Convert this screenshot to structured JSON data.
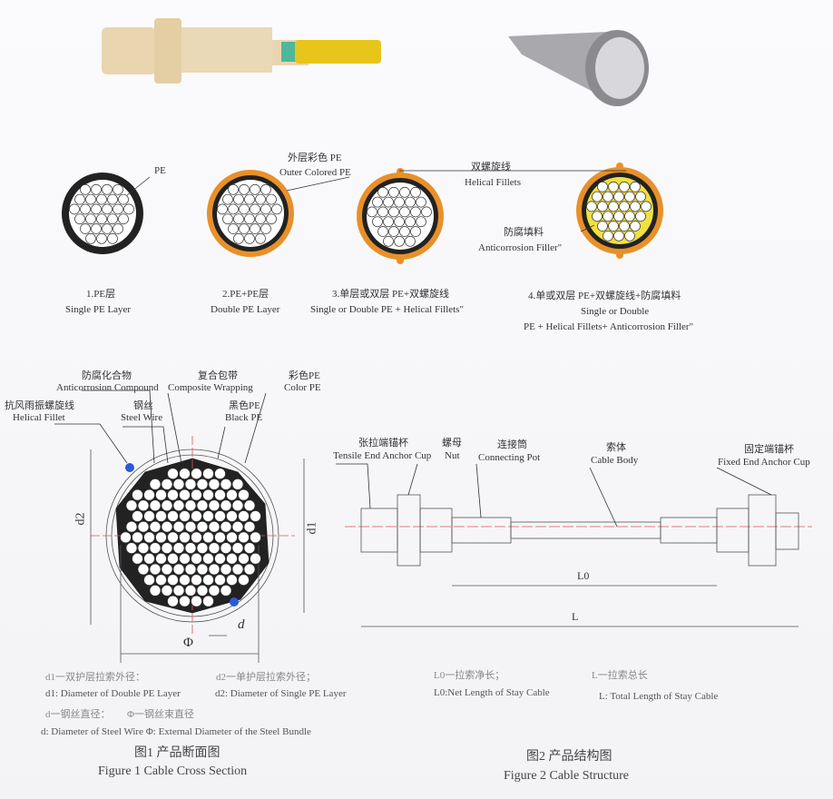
{
  "top_labels": {
    "pe": "PE",
    "outer_cn": "外层彩色 PE",
    "outer_en": "Outer Colored PE",
    "helical_cn": "双螺旋线",
    "helical_en": "Helical Fillets",
    "filler_cn": "防腐填料",
    "filler_en": "Anticorrosion Filler\""
  },
  "types": [
    {
      "cn": "1.PE层",
      "en": "Single PE Layer"
    },
    {
      "cn": "2.PE+PE层",
      "en": "Double PE Layer"
    },
    {
      "cn": "3.单层或双层 PE+双螺旋线",
      "en": "Single or Double PE + Helical Fillets\""
    },
    {
      "cn": "4.单或双层  PE+双螺旋线+防腐填料",
      "en": "Single or Double",
      "en2": "PE + Helical Fillets+ Anticorrosion Filler\""
    }
  ],
  "fig1": {
    "anti_cn": "防腐化合物",
    "anti_en": "Anticorrosion Compound",
    "wrap_cn": "复合包带",
    "wrap_en": "Composite Wrapping",
    "color_cn": "彩色PE",
    "color_en": "Color PE",
    "fillet_cn": "抗风雨振螺旋线",
    "fillet_en": "Helical Fillet",
    "wire_cn": "钢丝",
    "wire_en": "Steel Wire",
    "black_cn": "黑色PE",
    "black_en": "Black PE",
    "d1": "d1",
    "d2": "d2",
    "d": "d",
    "phi": "Φ",
    "legend": {
      "d1_cn": "d1一双护层拉索外径：",
      "d2_cn": "d2一单护层拉索外径；",
      "d1_en": "d1: Diameter of Double PE Layer",
      "d2_en": "d2: Diameter of Single PE Layer",
      "d_cn": "d一钢丝直径：",
      "phi_cn": "Φ一钢丝束直径",
      "d_phi_en": "d: Diameter of Steel Wire Φ: External Diameter of the Steel Bundle"
    },
    "caption_cn": "图1 产品断面图",
    "caption_en": "Figure 1 Cable Cross Section"
  },
  "fig2": {
    "tensile_cn": "张拉端锚杯",
    "tensile_en": "Tensile End Anchor Cup",
    "nut_cn": "螺母",
    "nut_en": "Nut",
    "pot_cn": "连接筒",
    "pot_en": "Connecting Pot",
    "body_cn": "索体",
    "body_en": "Cable Body",
    "fixed_cn": "固定端锚杯",
    "fixed_en": "Fixed End Anchor Cup",
    "L0": "L0",
    "L": "L",
    "legend": {
      "L0_cn": "L0一拉索净长；",
      "L_cn": "L一拉索总长",
      "L0_en": "L0:Net Length of Stay Cable",
      "L_en": "L: Total Length of Stay Cable"
    },
    "caption_cn": "图2 产品结构图",
    "caption_en": "Figure 2 Cable Structure"
  },
  "colors": {
    "orange": "#e8902a",
    "yellow": "#f0e040",
    "wire": "#ffffff",
    "pe": "#222222"
  }
}
